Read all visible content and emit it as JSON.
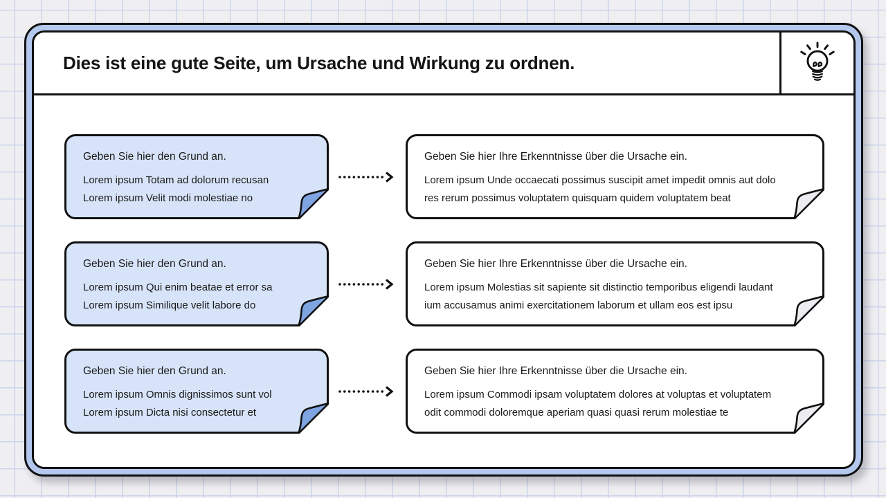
{
  "header": {
    "title": "Dies ist eine gute Seite, um Ursache und Wirkung zu ordnen.",
    "icon": "lightbulb-icon"
  },
  "rows": [
    {
      "cause": {
        "title": "Geben Sie hier den Grund an.",
        "lines": [
          "Lorem ipsum Totam ad dolorum recusan",
          "Lorem ipsum Velit modi molestiae no"
        ]
      },
      "effect": {
        "title": "Geben Sie hier Ihre Erkenntnisse über die Ursache ein.",
        "lines": [
          "Lorem ipsum Unde occaecati possimus suscipit amet impedit omnis aut dolo",
          "res rerum possimus voluptatem quisquam quidem voluptatem beat"
        ]
      }
    },
    {
      "cause": {
        "title": "Geben Sie hier den Grund an.",
        "lines": [
          "Lorem ipsum Qui enim beatae et error sa",
          "Lorem ipsum Similique velit labore do"
        ]
      },
      "effect": {
        "title": "Geben Sie hier Ihre Erkenntnisse über die Ursache ein.",
        "lines": [
          "Lorem ipsum Molestias sit sapiente sit distinctio temporibus eligendi laudant",
          "ium accusamus animi exercitationem laborum et ullam eos est ipsu"
        ]
      }
    },
    {
      "cause": {
        "title": "Geben Sie hier den Grund an.",
        "lines": [
          "Lorem ipsum Omnis dignissimos sunt vol",
          "Lorem ipsum Dicta nisi consectetur et"
        ]
      },
      "effect": {
        "title": "Geben Sie hier Ihre Erkenntnisse über die Ursache ein.",
        "lines": [
          "Lorem ipsum Commodi ipsam voluptatem dolores at voluptas et voluptatem",
          "odit commodi doloremque aperiam quasi quasi rerum molestiae te"
        ]
      }
    }
  ],
  "colors": {
    "page_bg": "#efeff1",
    "grid_line": "#ccd4ed",
    "frame_blue": "#b4c8ee",
    "ink": "#111111",
    "cause_fill": "#d7e3f8",
    "cause_fold": "#7ea4e2",
    "effect_fill": "#ffffff",
    "effect_fold": "#ededf1"
  }
}
